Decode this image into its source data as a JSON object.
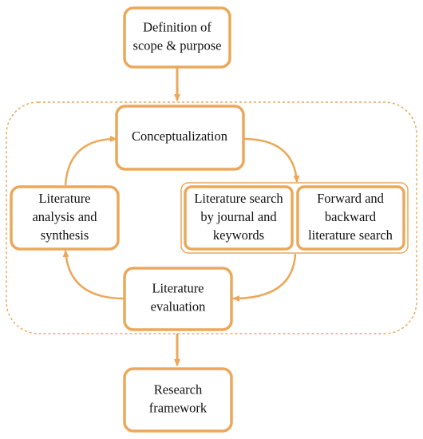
{
  "colors": {
    "stroke": "#EBA85A",
    "text": "#111111",
    "background": "#FFFFFF"
  },
  "nodes": {
    "definition": {
      "lines": [
        "Definition of",
        "scope & purpose"
      ]
    },
    "conceptualization": {
      "lines": [
        "Conceptualization"
      ]
    },
    "journal_search": {
      "lines": [
        "Literature search",
        "by journal and",
        "keywords"
      ]
    },
    "forward_backward": {
      "lines": [
        "Forward and",
        "backward",
        "literature search"
      ]
    },
    "analysis": {
      "lines": [
        "Literature",
        "analysis and",
        "synthesis"
      ]
    },
    "evaluation": {
      "lines": [
        "Literature",
        "evaluation"
      ]
    },
    "framework": {
      "lines": [
        "Research",
        "framework"
      ]
    }
  }
}
